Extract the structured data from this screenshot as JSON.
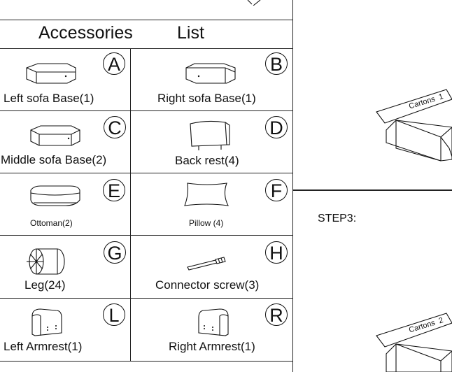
{
  "header": {
    "left": "Accessories",
    "right": "List"
  },
  "items": [
    {
      "letter": "A",
      "label": "Left sofa Base(1)"
    },
    {
      "letter": "B",
      "label": "Right sofa Base(1)"
    },
    {
      "letter": "C",
      "label": "Middle sofa Base(2)"
    },
    {
      "letter": "D",
      "label": "Back rest(4)"
    },
    {
      "letter": "E",
      "label": "Ottoman(2)"
    },
    {
      "letter": "F",
      "label": "Pillow (4)"
    },
    {
      "letter": "G",
      "label": "Leg(24)"
    },
    {
      "letter": "H",
      "label": "Connector screw(3)"
    },
    {
      "letter": "L",
      "label": "Left Armrest(1)"
    },
    {
      "letter": "R",
      "label": "Right Armrest(1)"
    }
  ],
  "right_panel": {
    "carton1": "Cartons  1",
    "step": "STEP3:",
    "carton2": "Cartons  2"
  },
  "icons": [
    "sofa-base-icon",
    "sofa-base-icon",
    "sofa-base-icon",
    "back-rest-icon",
    "ottoman-icon",
    "pillow-icon",
    "leg-icon",
    "connector-screw-icon",
    "left-armrest-icon",
    "right-armrest-icon",
    "carton-box-icon"
  ]
}
